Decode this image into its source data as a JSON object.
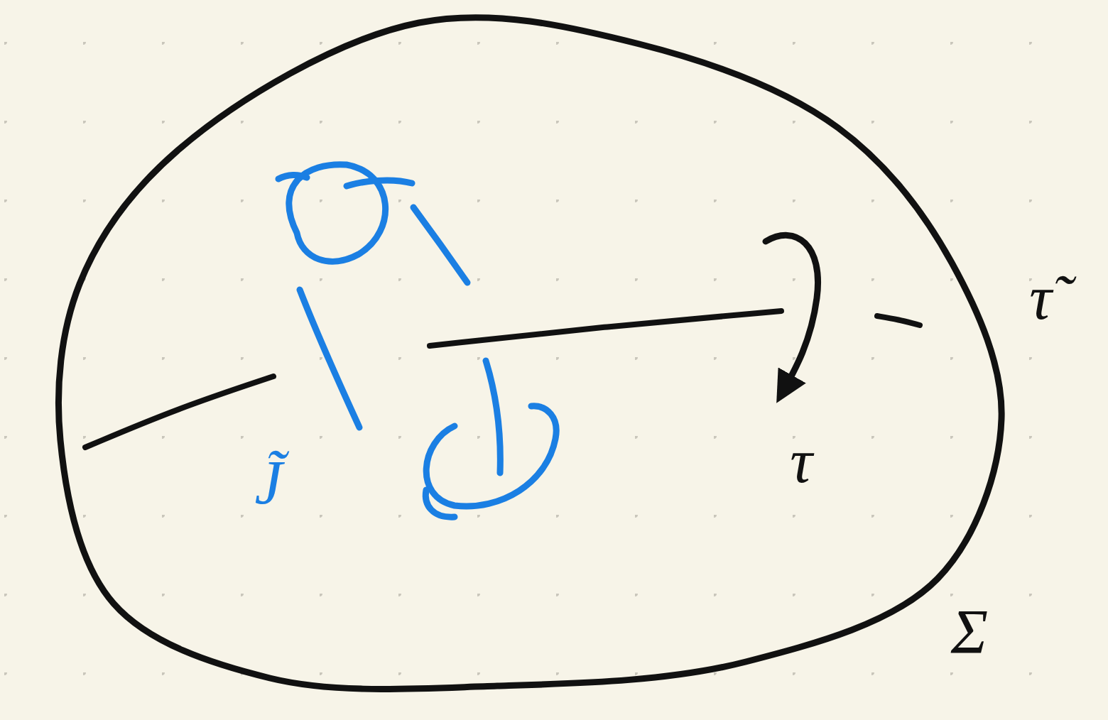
{
  "diagram": {
    "labels": [
      "J̃",
      "τ",
      "τ̃",
      "Σ"
    ]
  }
}
